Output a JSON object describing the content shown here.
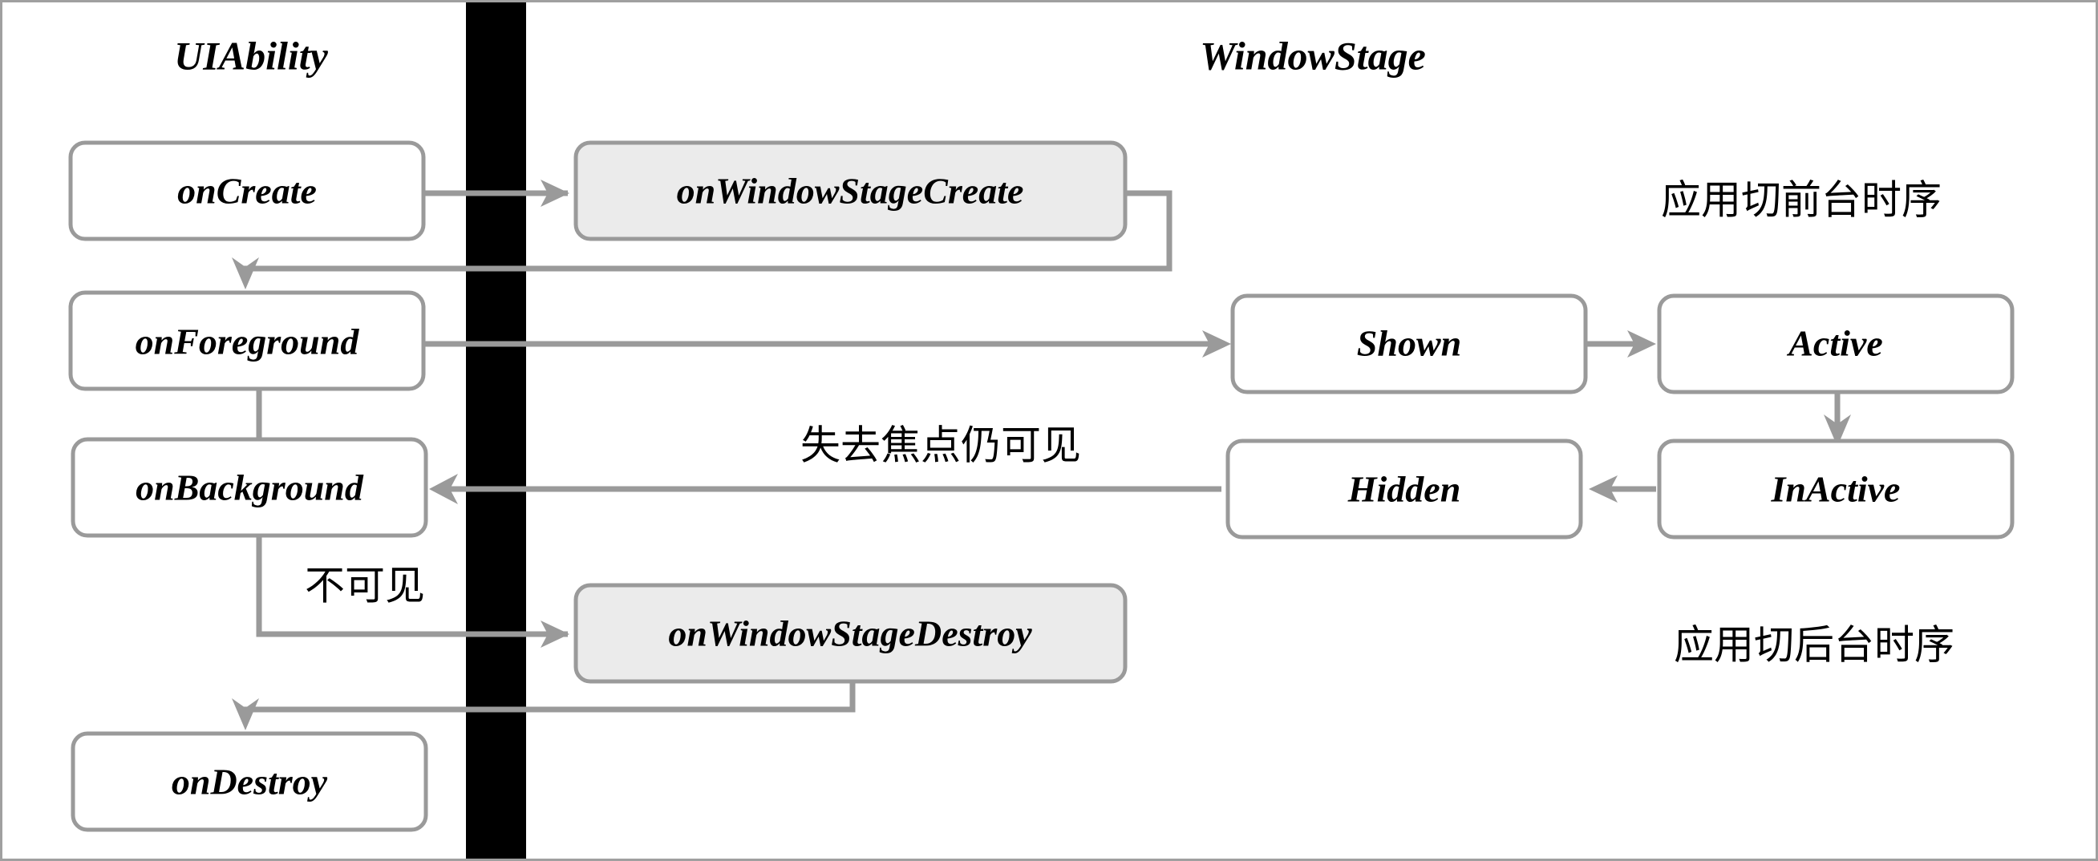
{
  "diagram": {
    "title_hidden": "",
    "lanes": [
      {
        "id": "uiability",
        "title": "UIAbility"
      },
      {
        "id": "windowstage",
        "title": "WindowStage"
      }
    ],
    "nodes": [
      {
        "id": "onCreate",
        "label": "onCreate",
        "lane": "uiability",
        "shaded": false
      },
      {
        "id": "onForeground",
        "label": "onForeground",
        "lane": "uiability",
        "shaded": false
      },
      {
        "id": "onBackground",
        "label": "onBackground",
        "lane": "uiability",
        "shaded": false
      },
      {
        "id": "onDestroy",
        "label": "onDestroy",
        "lane": "uiability",
        "shaded": false
      },
      {
        "id": "onWindowStageCreate",
        "label": "onWindowStageCreate",
        "lane": "windowstage",
        "shaded": true
      },
      {
        "id": "onWindowStageDestroy",
        "label": "onWindowStageDestroy",
        "lane": "windowstage",
        "shaded": true
      },
      {
        "id": "shown",
        "label": "Shown",
        "lane": "windowstage",
        "shaded": false
      },
      {
        "id": "active",
        "label": "Active",
        "lane": "windowstage",
        "shaded": false
      },
      {
        "id": "hidden",
        "label": "Hidden",
        "lane": "windowstage",
        "shaded": false
      },
      {
        "id": "inactive",
        "label": "InActive",
        "lane": "windowstage",
        "shaded": false
      }
    ],
    "annotations": [
      {
        "id": "foreground-sequence",
        "text": "应用切前台时序"
      },
      {
        "id": "lost-focus-visible",
        "text": "失去焦点仍可见"
      },
      {
        "id": "invisible",
        "text": "不可见"
      },
      {
        "id": "background-sequence",
        "text": "应用切后台时序"
      }
    ],
    "colors": {
      "frame_border": "#a0a0a0",
      "lane_divider": "#000000",
      "node_stroke": "#9a9a9a",
      "node_fill": "#ffffff",
      "node_fill_shaded": "#ebebeb",
      "arrow": "#9a9a9a",
      "text": "#000000",
      "background": "#ffffff"
    }
  }
}
